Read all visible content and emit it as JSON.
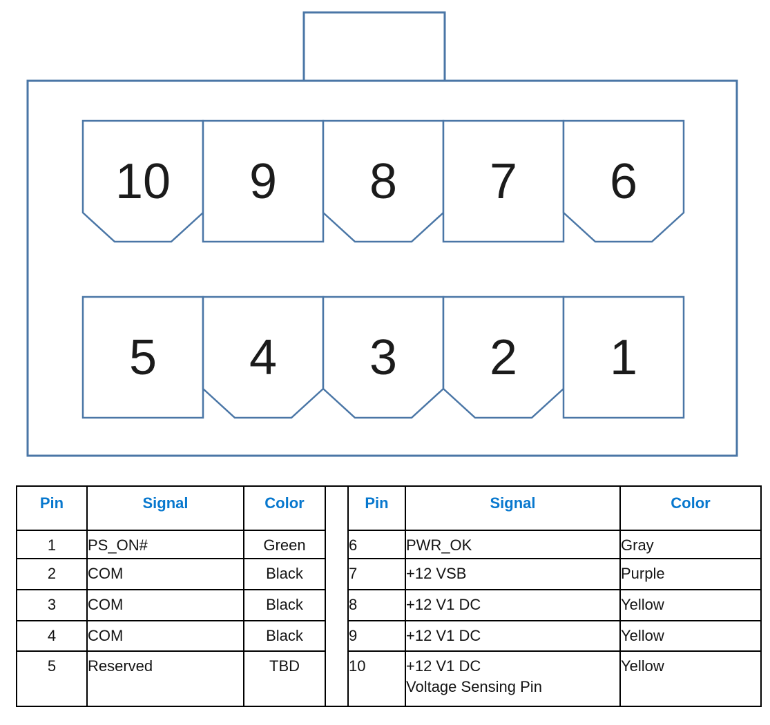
{
  "diagram": {
    "description": "10-pin power connector pinout drawing",
    "line_color": "#4a76a6",
    "top_row": [
      "10",
      "9",
      "8",
      "7",
      "6"
    ],
    "bottom_row": [
      "5",
      "4",
      "3",
      "2",
      "1"
    ]
  },
  "table": {
    "header_color": "#0878ce",
    "left": {
      "headers": [
        "Pin",
        "Signal",
        "Color"
      ],
      "rows": [
        {
          "pin": "1",
          "signal": "PS_ON#",
          "color": "Green"
        },
        {
          "pin": "2",
          "signal": "COM",
          "color": "Black"
        },
        {
          "pin": "3",
          "signal": "COM",
          "color": "Black"
        },
        {
          "pin": "4",
          "signal": "COM",
          "color": "Black"
        },
        {
          "pin": "5",
          "signal": "Reserved",
          "color": "TBD"
        }
      ]
    },
    "right": {
      "headers": [
        "Pin",
        "Signal",
        "Color"
      ],
      "rows": [
        {
          "pin": "6",
          "signal": "PWR_OK",
          "color": "Gray"
        },
        {
          "pin": "7",
          "signal": "+12 VSB",
          "color": "Purple"
        },
        {
          "pin": "8",
          "signal": "+12 V1 DC",
          "color": "Yellow"
        },
        {
          "pin": "9",
          "signal": "+12 V1 DC",
          "color": "Yellow"
        },
        {
          "pin": "10",
          "signal": "+12 V1 DC",
          "signal_line2": "Voltage Sensing Pin",
          "color": "Yellow"
        }
      ]
    }
  }
}
